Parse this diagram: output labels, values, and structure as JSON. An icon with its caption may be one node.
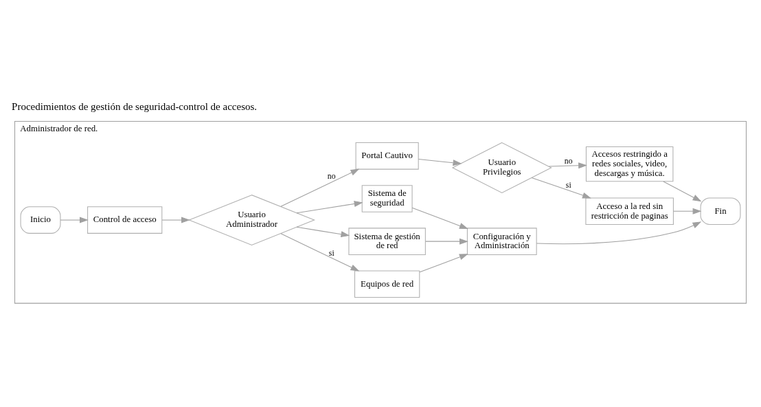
{
  "diagram": {
    "title": "Procedimientos de gestión de seguridad-control de accesos.",
    "nodes": [
      {
        "text": [
          "Administrador de red."
        ]
      },
      {
        "text": [
          "Inicio"
        ],
        "in": 0
      },
      {
        "text": [
          "Control de acceso"
        ],
        "in": 0
      },
      {
        "text": [
          "Usuario Administrador"
        ],
        "in": 0
      },
      {
        "text": [
          "Equipos de red"
        ],
        "in": 0
      },
      {
        "text": [
          "Sistema de gestión de red"
        ],
        "in": 0
      },
      {
        "text": [
          "Sistema de seguridad"
        ],
        "in": 0
      },
      {
        "text": [
          "Configuración y Administración"
        ],
        "in": 0
      },
      {
        "text": [
          "Fin"
        ],
        "in": 0
      },
      {
        "text": [
          "Portal Cautivo"
        ],
        "in": 0
      },
      {
        "text": [
          "Usuario Privilegios"
        ],
        "in": 0
      },
      {
        "text": [
          "Acceso a la red sin restricción de paginas"
        ],
        "in": 0
      },
      {
        "text": [
          "Accesos restringido a redes sociales, video, descargas y música."
        ],
        "in": 0
      }
    ],
    "edges": [
      {
        "from": 1,
        "to": 2,
        "arrow": "to"
      },
      {
        "from": 2,
        "to": 3,
        "arrow": "to"
      },
      {
        "from": 3,
        "to": 4,
        "arrow": "to",
        "label": "si"
      },
      {
        "from": 3,
        "to": 5,
        "arrow": "to"
      },
      {
        "from": 3,
        "to": 6,
        "arrow": "to"
      },
      {
        "from": 4,
        "to": 7,
        "arrow": "to"
      },
      {
        "from": 5,
        "to": 7,
        "arrow": "to"
      },
      {
        "from": 6,
        "to": 7,
        "arrow": "to"
      },
      {
        "from": 7,
        "to": 8,
        "arrow": "to"
      },
      {
        "from": 3,
        "to": 9,
        "arrow": "to",
        "label": "no"
      },
      {
        "from": 9,
        "to": 10,
        "arrow": "to"
      },
      {
        "from": 10,
        "to": 11,
        "arrow": "to",
        "label": "si"
      },
      {
        "from": 10,
        "to": 12,
        "arrow": "to",
        "label": "no"
      },
      {
        "from": 11,
        "to": 8,
        "arrow": "to"
      },
      {
        "from": 12,
        "to": 8,
        "arrow": "to"
      }
    ]
  }
}
